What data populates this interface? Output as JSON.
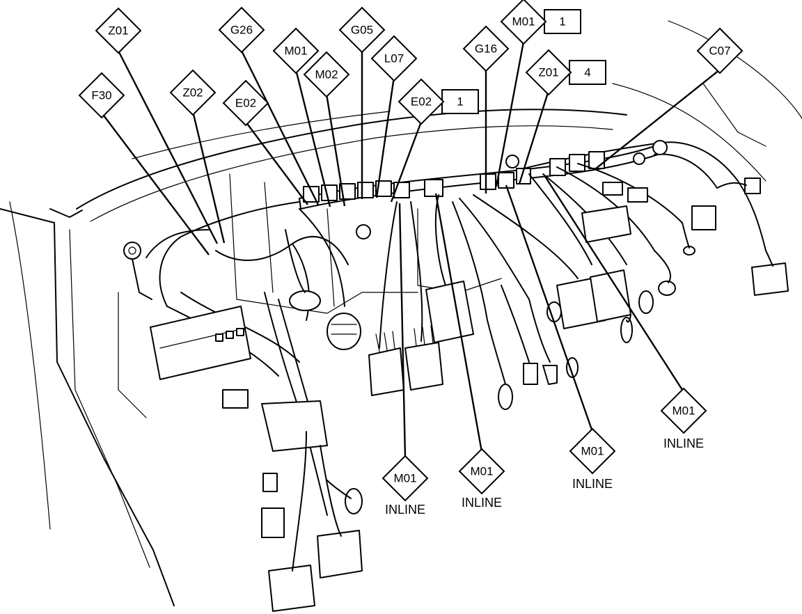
{
  "callouts": [
    {
      "id": "z01-top",
      "code": "Z01"
    },
    {
      "id": "g26",
      "code": "G26"
    },
    {
      "id": "g05",
      "code": "G05"
    },
    {
      "id": "m01-top",
      "code": "M01",
      "box": "1"
    },
    {
      "id": "m01-second",
      "code": "M01"
    },
    {
      "id": "l07",
      "code": "L07"
    },
    {
      "id": "g16",
      "code": "G16"
    },
    {
      "id": "c07",
      "code": "C07"
    },
    {
      "id": "m02",
      "code": "M02"
    },
    {
      "id": "z01-right",
      "code": "Z01",
      "box": "4"
    },
    {
      "id": "f30",
      "code": "F30"
    },
    {
      "id": "z02",
      "code": "Z02"
    },
    {
      "id": "e02-left",
      "code": "E02"
    },
    {
      "id": "e02-right",
      "code": "E02",
      "box": "1"
    },
    {
      "id": "m01-inline-1",
      "code": "M01",
      "note": "INLINE"
    },
    {
      "id": "m01-inline-2",
      "code": "M01",
      "note": "INLINE"
    },
    {
      "id": "m01-inline-3",
      "code": "M01",
      "note": "INLINE"
    },
    {
      "id": "m01-inline-4",
      "code": "M01",
      "note": "INLINE"
    }
  ]
}
